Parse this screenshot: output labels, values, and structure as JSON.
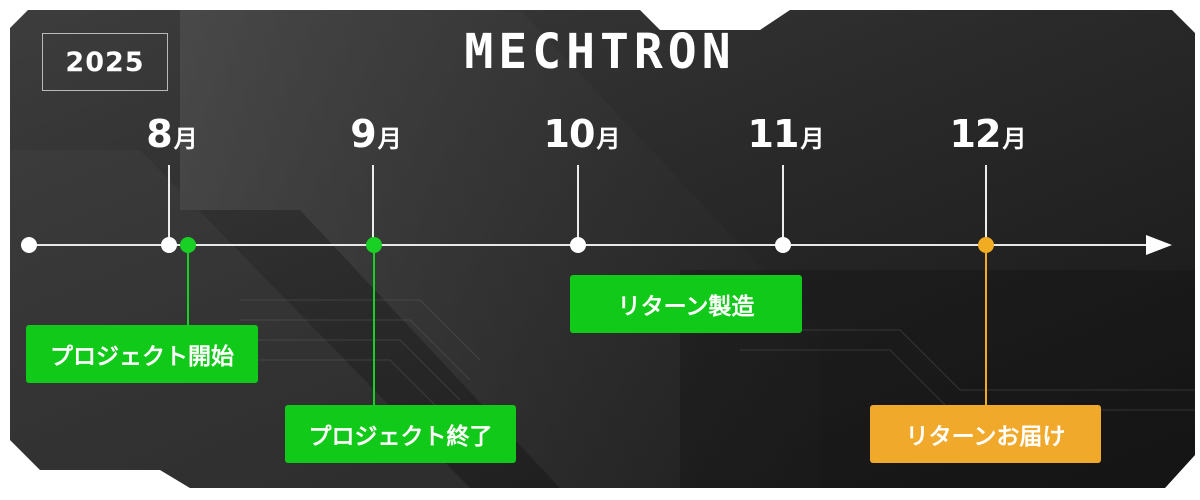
{
  "header": {
    "year": "2025",
    "brand": "MECHTRON"
  },
  "timeline": {
    "month_unit": "月",
    "months": [
      "8",
      "9",
      "10",
      "11",
      "12"
    ]
  },
  "events": [
    {
      "label": "プロジェクト開始",
      "status": "green"
    },
    {
      "label": "プロジェクト終了",
      "status": "green"
    },
    {
      "label": "リターン製造",
      "status": "green"
    },
    {
      "label": "リターンお届け",
      "status": "orange"
    }
  ],
  "colors": {
    "background": "#1e1e1e",
    "axis": "#e8e8e8",
    "green": "#10c918",
    "orange": "#f0a92a",
    "text": "#ffffff"
  }
}
